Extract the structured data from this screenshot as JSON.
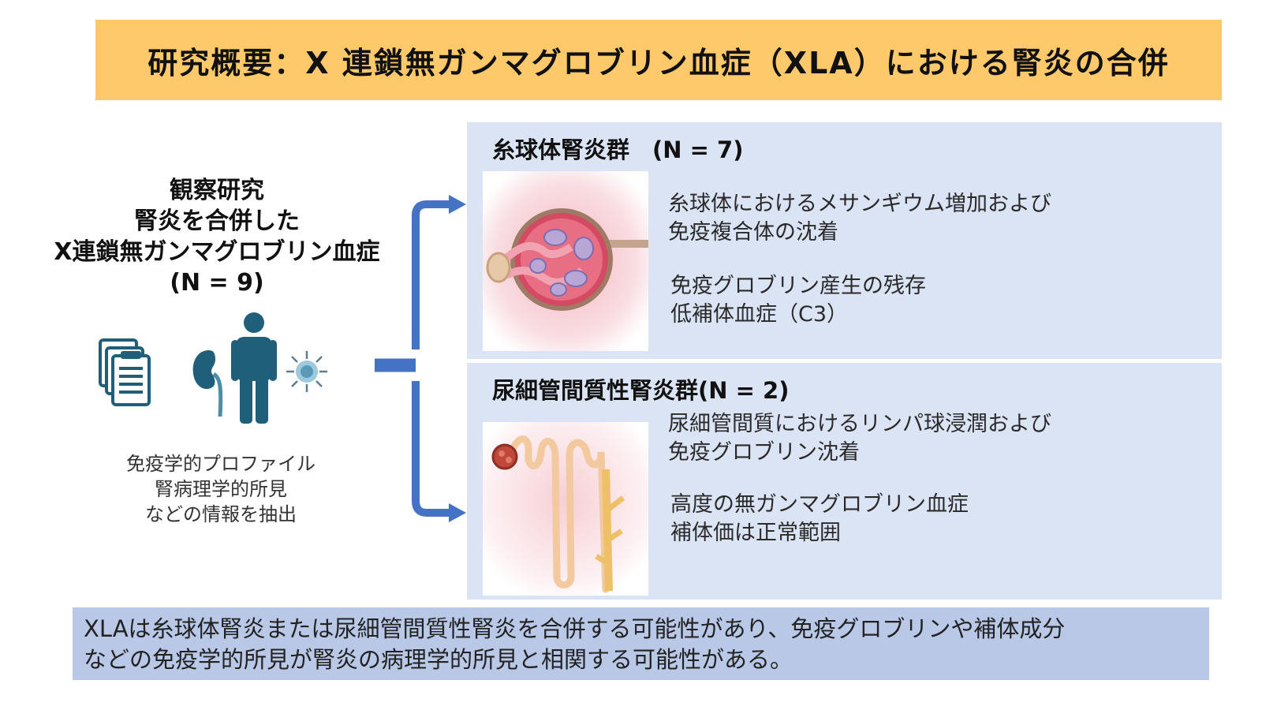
{
  "title": "研究概要：X 連鎖無ガンマグロブリン血症（XLA）における腎炎の合併",
  "left": {
    "heading_lines": [
      "観察研究",
      "腎炎を合併した",
      "X連鎖無ガンマグロブリン血症",
      "(N = 9)"
    ],
    "caption_lines": [
      "免疫学的プロファイル",
      "腎病理学的所見",
      "などの情報を抽出"
    ],
    "icons": [
      "clipboard-icon",
      "kidney-icon",
      "person-icon",
      "immune-cell-icon"
    ]
  },
  "groups": [
    {
      "title": "糸球体腎炎群　(N = 7)",
      "image": "glomerulus-illustration",
      "findings": [
        "糸球体におけるメサンギウム増加および",
        "免疫複合体の沈着"
      ],
      "serology": [
        "免疫グロブリン産生の残存",
        "低補体血症（C3）"
      ]
    },
    {
      "title": "尿細管間質性腎炎群(N = 2)",
      "image": "nephron-tubule-illustration",
      "findings": [
        "尿細管間質におけるリンパ球浸潤および",
        "免疫グロブリン沈着"
      ],
      "serology": [
        "高度の無ガンマグロブリン血症",
        "補体価は正常範囲"
      ]
    }
  ],
  "conclusion_lines": [
    "XLAは糸球体腎炎または尿細管間質性腎炎を合併する可能性があり、免疫グロブリンや補体成分",
    "などの免疫学的所見が腎炎の病理学的所見と相関する可能性がある。"
  ],
  "colors": {
    "title_banner": "#fdc96a",
    "panel_bg": "#dbe4f4",
    "conclusion_bg": "#b8c8e6",
    "connector": "#4472c4",
    "icon": "#1f5f7a"
  }
}
